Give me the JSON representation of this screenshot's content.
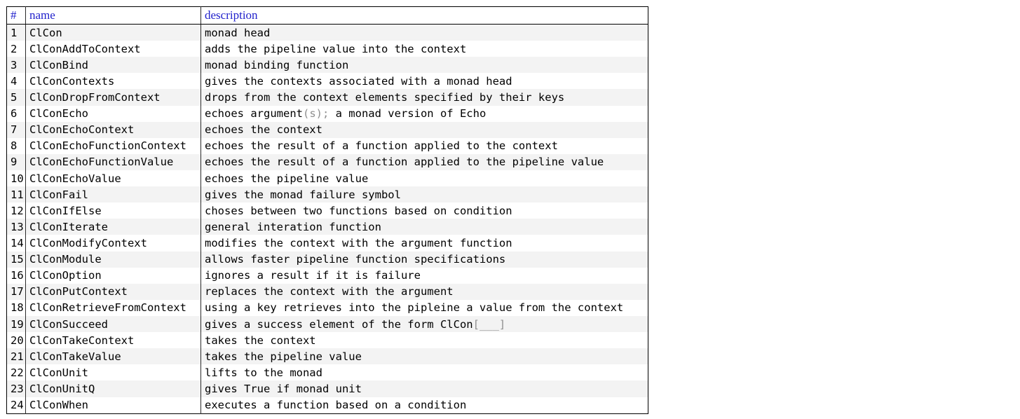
{
  "table": {
    "columns": [
      {
        "label": "#"
      },
      {
        "label": "name"
      },
      {
        "label": "description"
      }
    ],
    "rows": [
      {
        "num": "1",
        "name": "ClCon",
        "desc": "monad head"
      },
      {
        "num": "2",
        "name": "ClConAddToContext",
        "desc": "adds the pipeline value into the context"
      },
      {
        "num": "3",
        "name": "ClConBind",
        "desc": "monad binding function"
      },
      {
        "num": "4",
        "name": "ClConContexts",
        "desc": "gives the contexts associated with a monad head"
      },
      {
        "num": "5",
        "name": "ClConDropFromContext",
        "desc": "drops from the context elements specified by their keys"
      },
      {
        "num": "6",
        "name": "ClConEcho",
        "desc": [
          {
            "t": "echoes argument",
            "m": false
          },
          {
            "t": "(s);",
            "m": true
          },
          {
            "t": " a monad version of Echo",
            "m": false
          }
        ]
      },
      {
        "num": "7",
        "name": "ClConEchoContext",
        "desc": "echoes the context"
      },
      {
        "num": "8",
        "name": "ClConEchoFunctionContext",
        "desc": "echoes the result of a function applied to the context"
      },
      {
        "num": "9",
        "name": "ClConEchoFunctionValue",
        "desc": "echoes the result of a function applied to the pipeline value"
      },
      {
        "num": "10",
        "name": "ClConEchoValue",
        "desc": "echoes the pipeline value"
      },
      {
        "num": "11",
        "name": "ClConFail",
        "desc": "gives the monad failure symbol"
      },
      {
        "num": "12",
        "name": "ClConIfElse",
        "desc": "choses between two functions based on condition"
      },
      {
        "num": "13",
        "name": "ClConIterate",
        "desc": "general interation function"
      },
      {
        "num": "14",
        "name": "ClConModifyContext",
        "desc": "modifies the context with the argument function"
      },
      {
        "num": "15",
        "name": "ClConModule",
        "desc": "allows faster pipeline function specifications"
      },
      {
        "num": "16",
        "name": "ClConOption",
        "desc": "ignores a result if it is failure"
      },
      {
        "num": "17",
        "name": "ClConPutContext",
        "desc": "replaces the context with the argument"
      },
      {
        "num": "18",
        "name": "ClConRetrieveFromContext",
        "desc": "using a key retrieves into the pipleine a value from the context"
      },
      {
        "num": "19",
        "name": "ClConSucceed",
        "desc": [
          {
            "t": "gives a success element of the form ClCon",
            "m": false
          },
          {
            "t": "[___]",
            "m": true
          }
        ]
      },
      {
        "num": "20",
        "name": "ClConTakeContext",
        "desc": "takes the context"
      },
      {
        "num": "21",
        "name": "ClConTakeValue",
        "desc": "takes the pipeline value"
      },
      {
        "num": "22",
        "name": "ClConUnit",
        "desc": "lifts to the monad"
      },
      {
        "num": "23",
        "name": "ClConUnitQ",
        "desc": "gives True if monad unit"
      },
      {
        "num": "24",
        "name": "ClConWhen",
        "desc": "executes a function based on a condition"
      }
    ]
  },
  "colors": {
    "header_text": "#2222cc",
    "stripe": "#f3f3f3",
    "border": "#000000",
    "muted_text": "#8f8f8f"
  }
}
